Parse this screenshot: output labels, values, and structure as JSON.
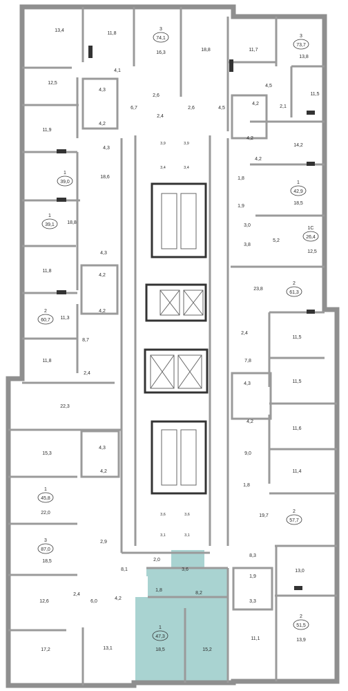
{
  "plan": {
    "highlight_color": "#a9d3d1",
    "apartments": [
      {
        "rooms": "3",
        "area": "74,1"
      },
      {
        "rooms": "3",
        "area": "73,7"
      },
      {
        "rooms": "1",
        "area": "39,0"
      },
      {
        "rooms": "1",
        "area": "42,9"
      },
      {
        "rooms": "1",
        "area": "39,1"
      },
      {
        "rooms": "1С",
        "area": "26,4"
      },
      {
        "rooms": "2",
        "area": "61,3"
      },
      {
        "rooms": "2",
        "area": "60,7"
      },
      {
        "rooms": "1",
        "area": "45,8"
      },
      {
        "rooms": "2",
        "area": "57,7"
      },
      {
        "rooms": "3",
        "area": "87,0"
      },
      {
        "rooms": "2",
        "area": "51,5"
      },
      {
        "rooms": "1",
        "area": "47,3"
      }
    ],
    "room_areas": [
      "13,4",
      "11,8",
      "16,3",
      "18,8",
      "11,7",
      "13,8",
      "4,1",
      "12,5",
      "4,3",
      "2,6",
      "6,7",
      "2,6",
      "4,5",
      "4,5",
      "4,2",
      "2,1",
      "11,5",
      "2,4",
      "11,9",
      "4,2",
      "4,3",
      "4,2",
      "14,2",
      "3,9",
      "3,9",
      "3,4",
      "3,4",
      "18,6",
      "4,2",
      "1,8",
      "18,5",
      "1,9",
      "18,8",
      "3,0",
      "5,2",
      "12,5",
      "3,8",
      "4,3",
      "11,8",
      "4,2",
      "23,8",
      "4,2",
      "11,3",
      "8,7",
      "2,4",
      "11,5",
      "11,8",
      "7,8",
      "2,4",
      "11,5",
      "22,3",
      "4,3",
      "4,2",
      "11,6",
      "15,3",
      "4,3",
      "9,0",
      "4,2",
      "11,4",
      "1,8",
      "22,0",
      "3,6",
      "3,6",
      "19,7",
      "2,9",
      "3,1",
      "3,1",
      "18,5",
      "8,3",
      "2,0",
      "8,1",
      "3,6",
      "13,0",
      "1,9",
      "1,8",
      "8,2",
      "12,6",
      "2,4",
      "6,0",
      "4,2",
      "3,3",
      "13,9",
      "17,2",
      "13,1",
      "18,5",
      "15,2",
      "11,1"
    ]
  }
}
